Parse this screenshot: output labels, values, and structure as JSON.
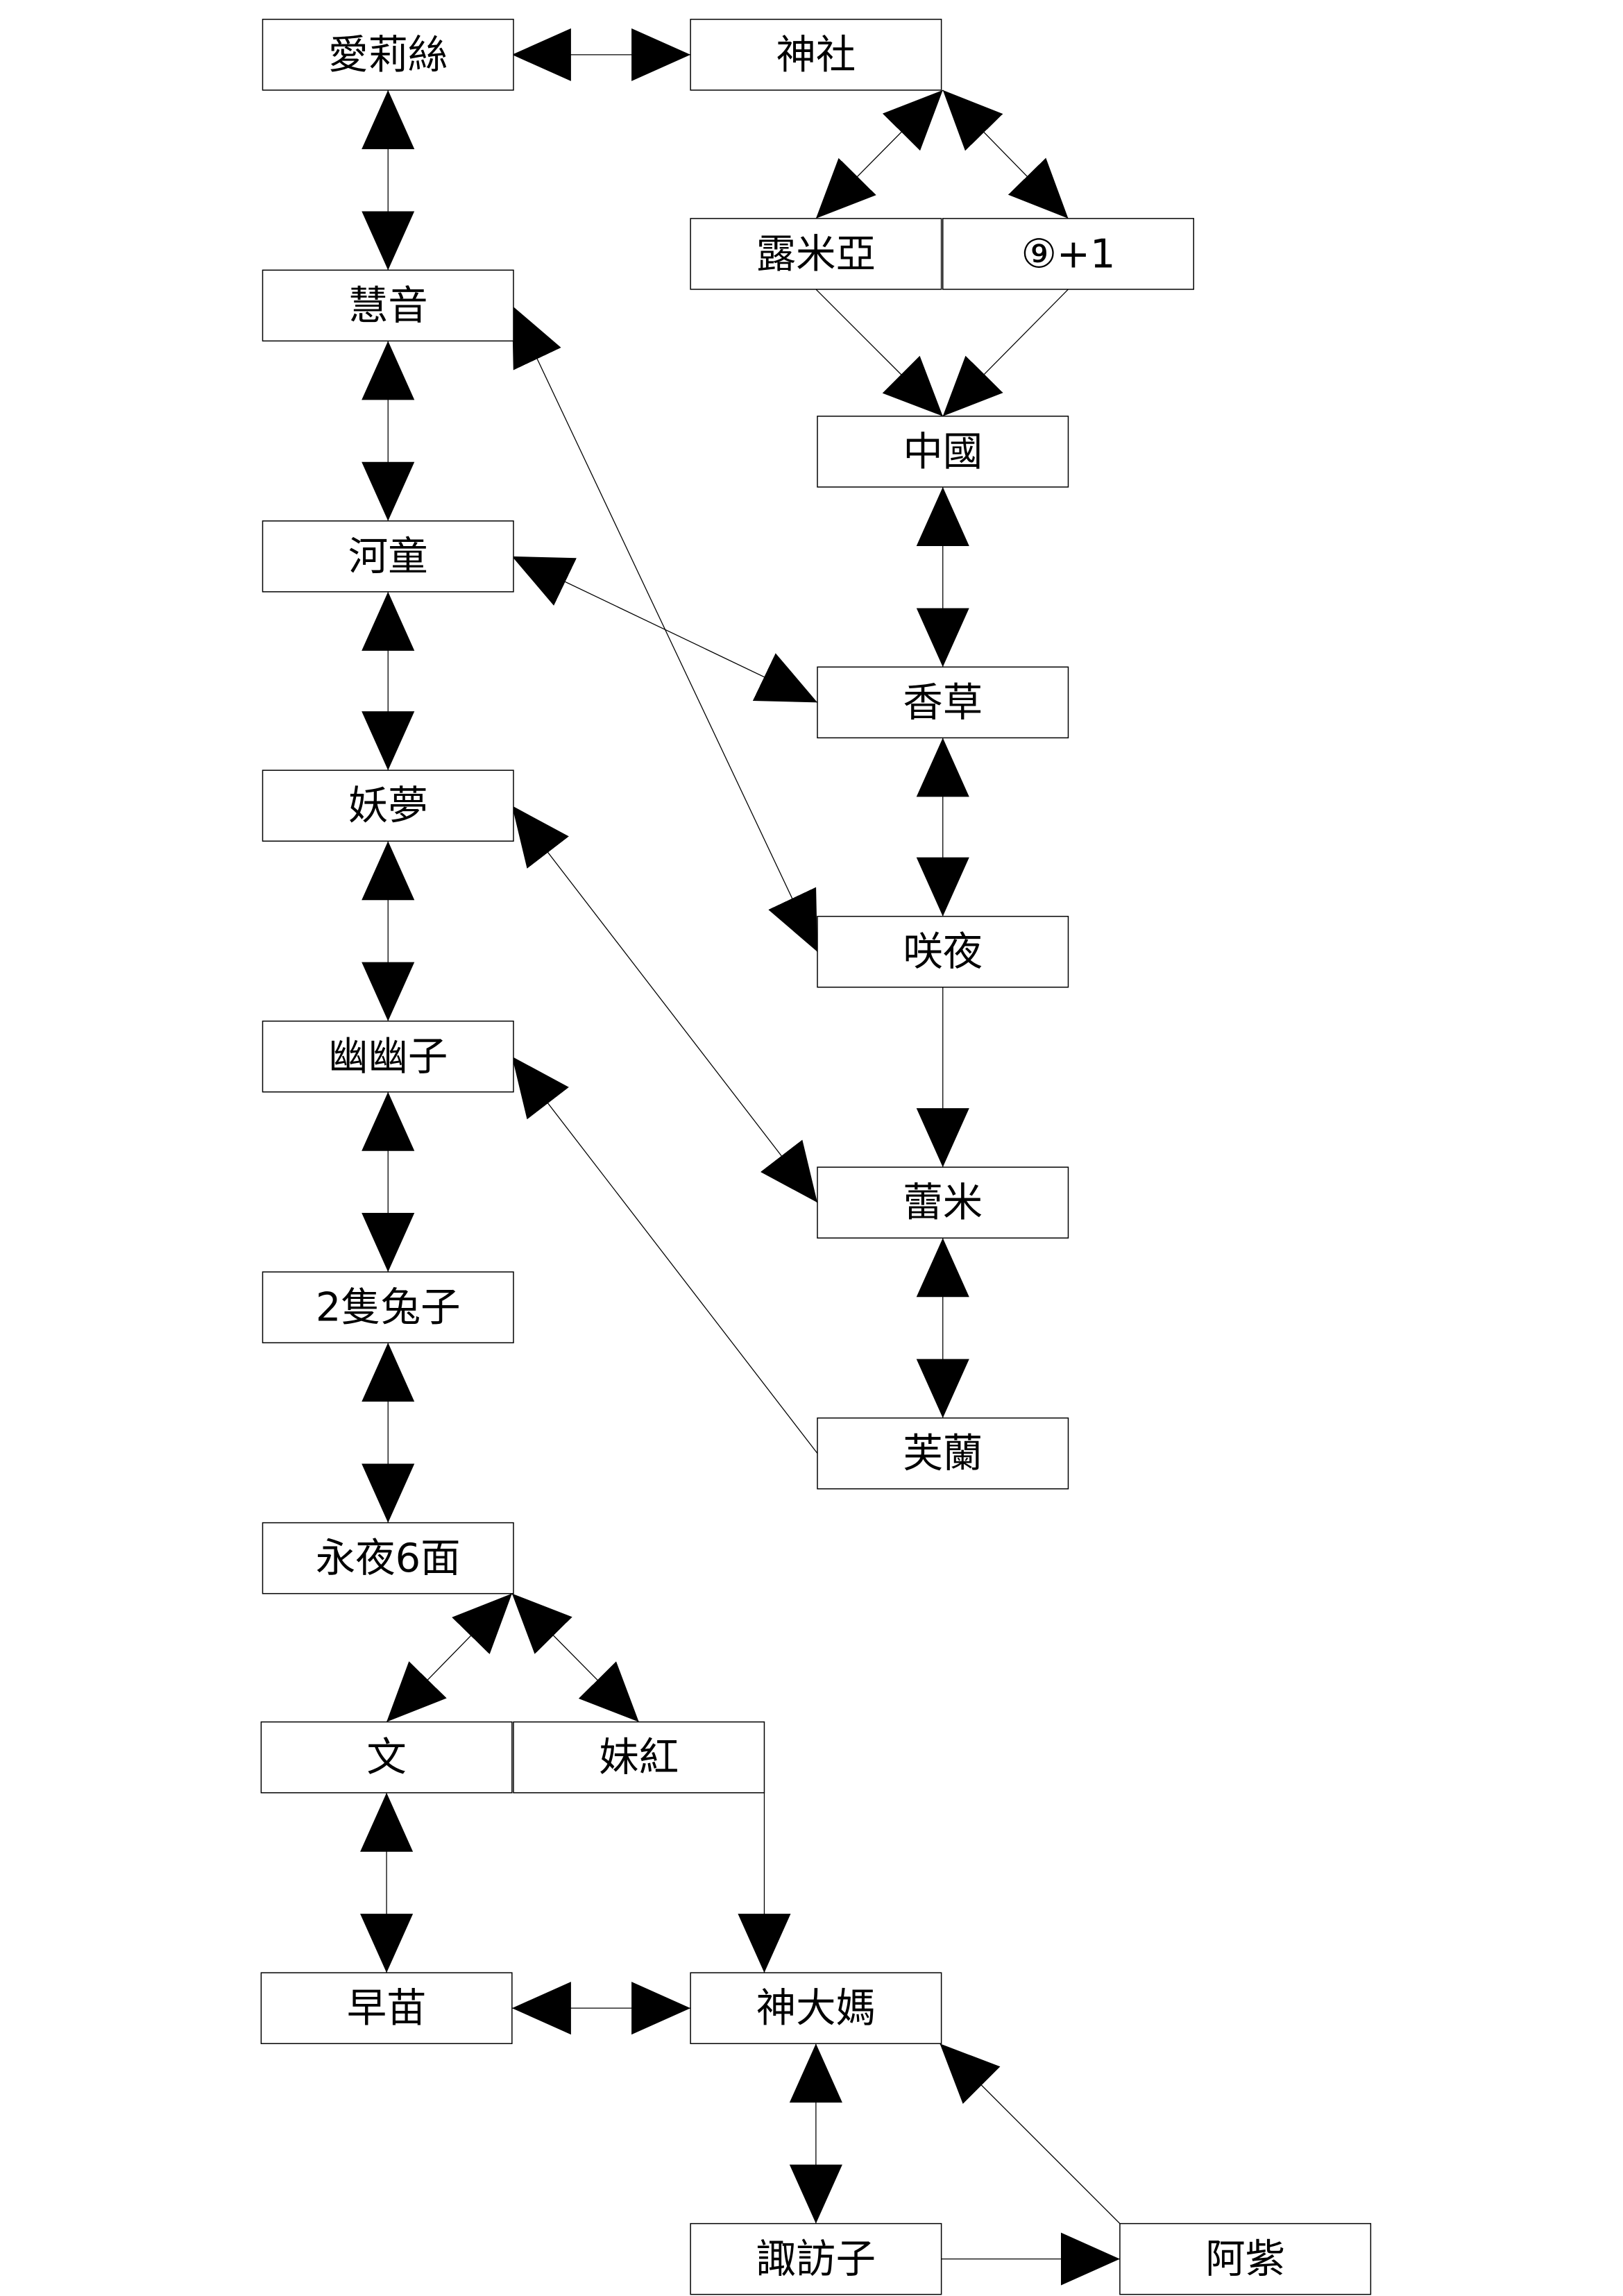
{
  "nodes": [
    {
      "id": "alice",
      "label": "愛莉絲"
    },
    {
      "id": "shrine",
      "label": "神社"
    },
    {
      "id": "keine",
      "label": "慧音"
    },
    {
      "id": "rumia",
      "label": "露米亞"
    },
    {
      "id": "cirno",
      "label": "⑨+1"
    },
    {
      "id": "china",
      "label": "中國"
    },
    {
      "id": "kappa",
      "label": "河童"
    },
    {
      "id": "vanilla",
      "label": "香草"
    },
    {
      "id": "youmu",
      "label": "妖夢"
    },
    {
      "id": "sakuya",
      "label": "咲夜"
    },
    {
      "id": "yuyuko",
      "label": "幽幽子"
    },
    {
      "id": "remilia",
      "label": "蕾米"
    },
    {
      "id": "rabbits",
      "label": "2隻兔子"
    },
    {
      "id": "flan",
      "label": "芙蘭"
    },
    {
      "id": "in6",
      "label": "永夜6面"
    },
    {
      "id": "aya",
      "label": "文"
    },
    {
      "id": "mokou",
      "label": "妹紅"
    },
    {
      "id": "sanae",
      "label": "早苗"
    },
    {
      "id": "kanako",
      "label": "神大媽"
    },
    {
      "id": "suwako",
      "label": "諏訪子"
    },
    {
      "id": "yukari",
      "label": "阿紫"
    }
  ],
  "edges": [
    {
      "from": "alice",
      "to": "shrine",
      "arrows": "both"
    },
    {
      "from": "alice",
      "to": "keine",
      "arrows": "both"
    },
    {
      "from": "shrine",
      "to": "rumia",
      "arrows": "both"
    },
    {
      "from": "shrine",
      "to": "cirno",
      "arrows": "both"
    },
    {
      "from": "rumia",
      "to": "china",
      "arrows": "end"
    },
    {
      "from": "cirno",
      "to": "china",
      "arrows": "end"
    },
    {
      "from": "keine",
      "to": "kappa",
      "arrows": "both"
    },
    {
      "from": "keine",
      "to": "sakuya",
      "arrows": "both"
    },
    {
      "from": "china",
      "to": "vanilla",
      "arrows": "both"
    },
    {
      "from": "kappa",
      "to": "vanilla",
      "arrows": "both"
    },
    {
      "from": "kappa",
      "to": "youmu",
      "arrows": "both"
    },
    {
      "from": "vanilla",
      "to": "sakuya",
      "arrows": "both"
    },
    {
      "from": "youmu",
      "to": "remilia",
      "arrows": "both"
    },
    {
      "from": "youmu",
      "to": "yuyuko",
      "arrows": "both"
    },
    {
      "from": "sakuya",
      "to": "remilia",
      "arrows": "end"
    },
    {
      "from": "flan",
      "to": "yuyuko",
      "arrows": "end"
    },
    {
      "from": "yuyuko",
      "to": "rabbits",
      "arrows": "both"
    },
    {
      "from": "remilia",
      "to": "flan",
      "arrows": "both"
    },
    {
      "from": "rabbits",
      "to": "in6",
      "arrows": "both"
    },
    {
      "from": "in6",
      "to": "aya",
      "arrows": "both"
    },
    {
      "from": "in6",
      "to": "mokou",
      "arrows": "both"
    },
    {
      "from": "aya",
      "to": "sanae",
      "arrows": "both"
    },
    {
      "from": "mokou",
      "to": "kanako",
      "arrows": "end"
    },
    {
      "from": "sanae",
      "to": "kanako",
      "arrows": "both"
    },
    {
      "from": "kanako",
      "to": "suwako",
      "arrows": "both"
    },
    {
      "from": "suwako",
      "to": "yukari",
      "arrows": "end"
    },
    {
      "from": "yukari",
      "to": "kanako",
      "arrows": "end"
    }
  ]
}
